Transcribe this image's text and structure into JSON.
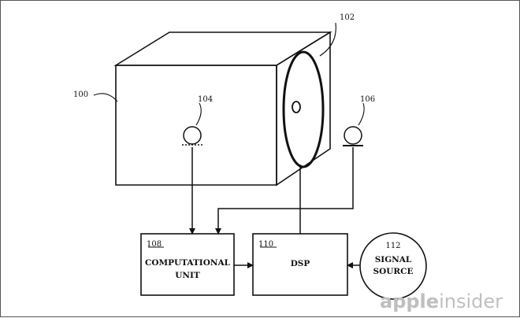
{
  "figure": {
    "labels": {
      "housing": "100",
      "disc": "102",
      "sensor_left": "104",
      "sensor_right": "106"
    },
    "blocks": {
      "computational": {
        "ref": "108",
        "line1": "COMPUTATIONAL",
        "line2": "UNIT"
      },
      "dsp": {
        "ref": "110",
        "text": "DSP"
      },
      "signal_source": {
        "ref": "112",
        "line1": "SIGNAL",
        "line2": "SOURCE"
      }
    }
  },
  "watermark": {
    "part1": "apple",
    "part2": "insider"
  },
  "colors": {
    "line": "#111111",
    "watermark": "#bfbfbf"
  }
}
